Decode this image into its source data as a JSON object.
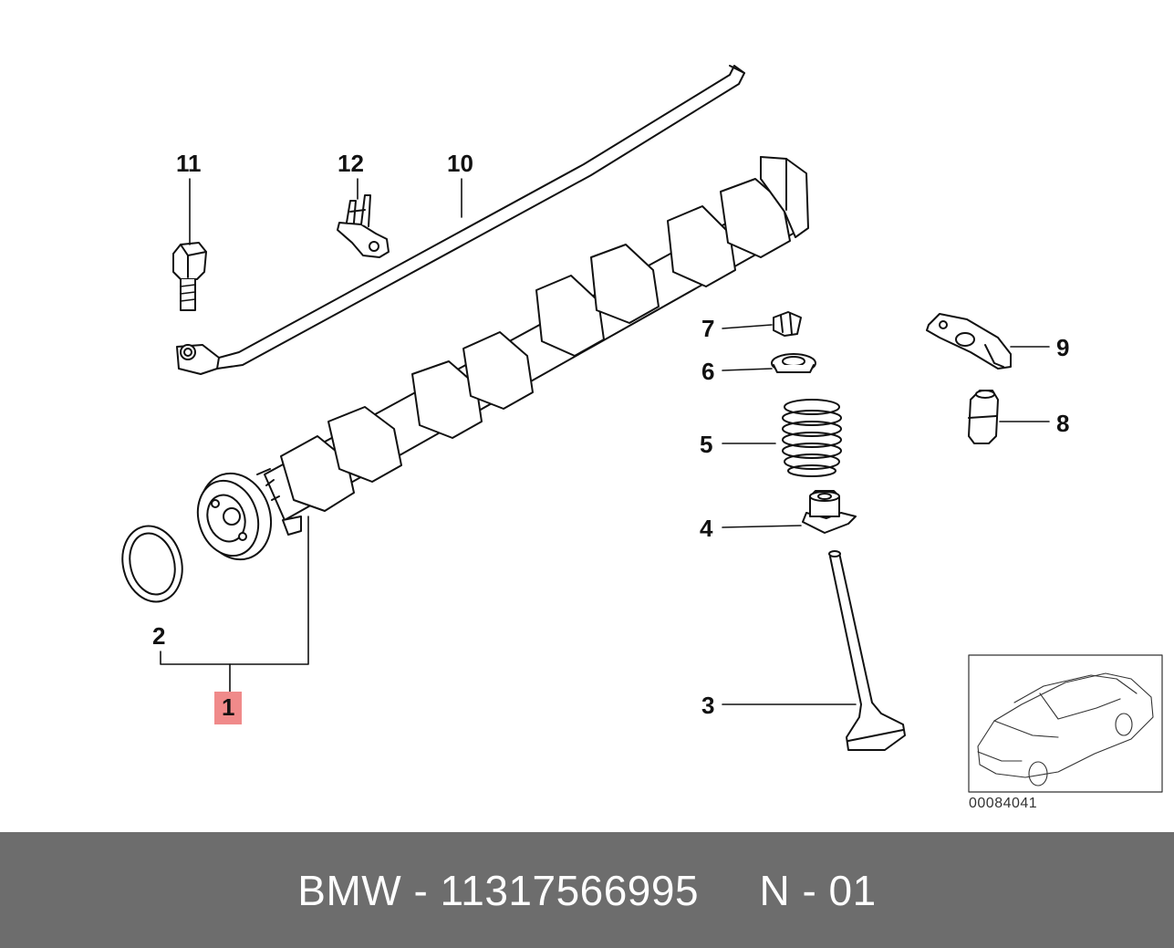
{
  "callouts": {
    "p1": "1",
    "p2": "2",
    "p3": "3",
    "p4": "4",
    "p5": "5",
    "p6": "6",
    "p7": "7",
    "p8": "8",
    "p9": "9",
    "p10": "10",
    "p11": "11",
    "p12": "12"
  },
  "highlighted_part": "1",
  "inset": {
    "code": "00084041"
  },
  "footer": {
    "text": "BMW - 11317566995     N - 01"
  },
  "colors": {
    "footer_bg": "#6d6d6d",
    "highlight": "#f08a8a",
    "line": "#111111"
  }
}
